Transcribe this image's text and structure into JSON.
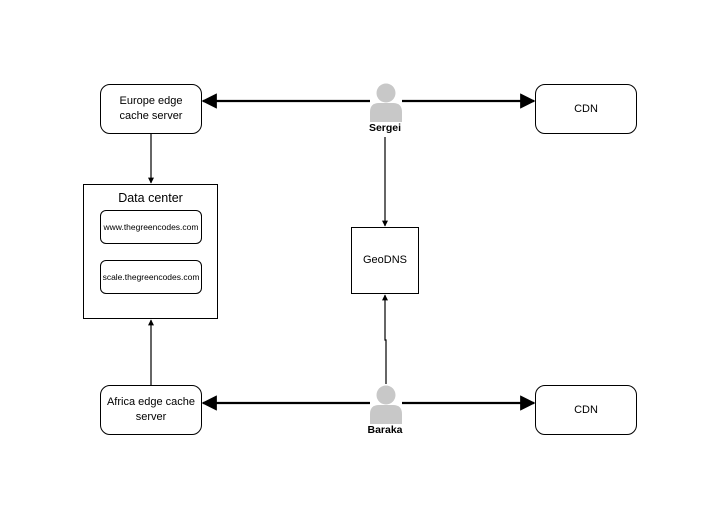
{
  "nodes": {
    "europe_edge": "Europe edge cache server",
    "africa_edge": "Africa edge cache server",
    "cdn_top": "CDN",
    "cdn_bottom": "CDN",
    "geodns": "GeoDNS",
    "data_center": {
      "title": "Data center",
      "domains": [
        "www.thegreencodes.com",
        "scale.thegreencodes.com"
      ]
    }
  },
  "users": {
    "top": "Sergei",
    "bottom": "Baraka"
  },
  "icons": {
    "user": "user-silhouette-icon"
  },
  "colors": {
    "line": "#000000",
    "user_fill": "#c8c8c8"
  }
}
